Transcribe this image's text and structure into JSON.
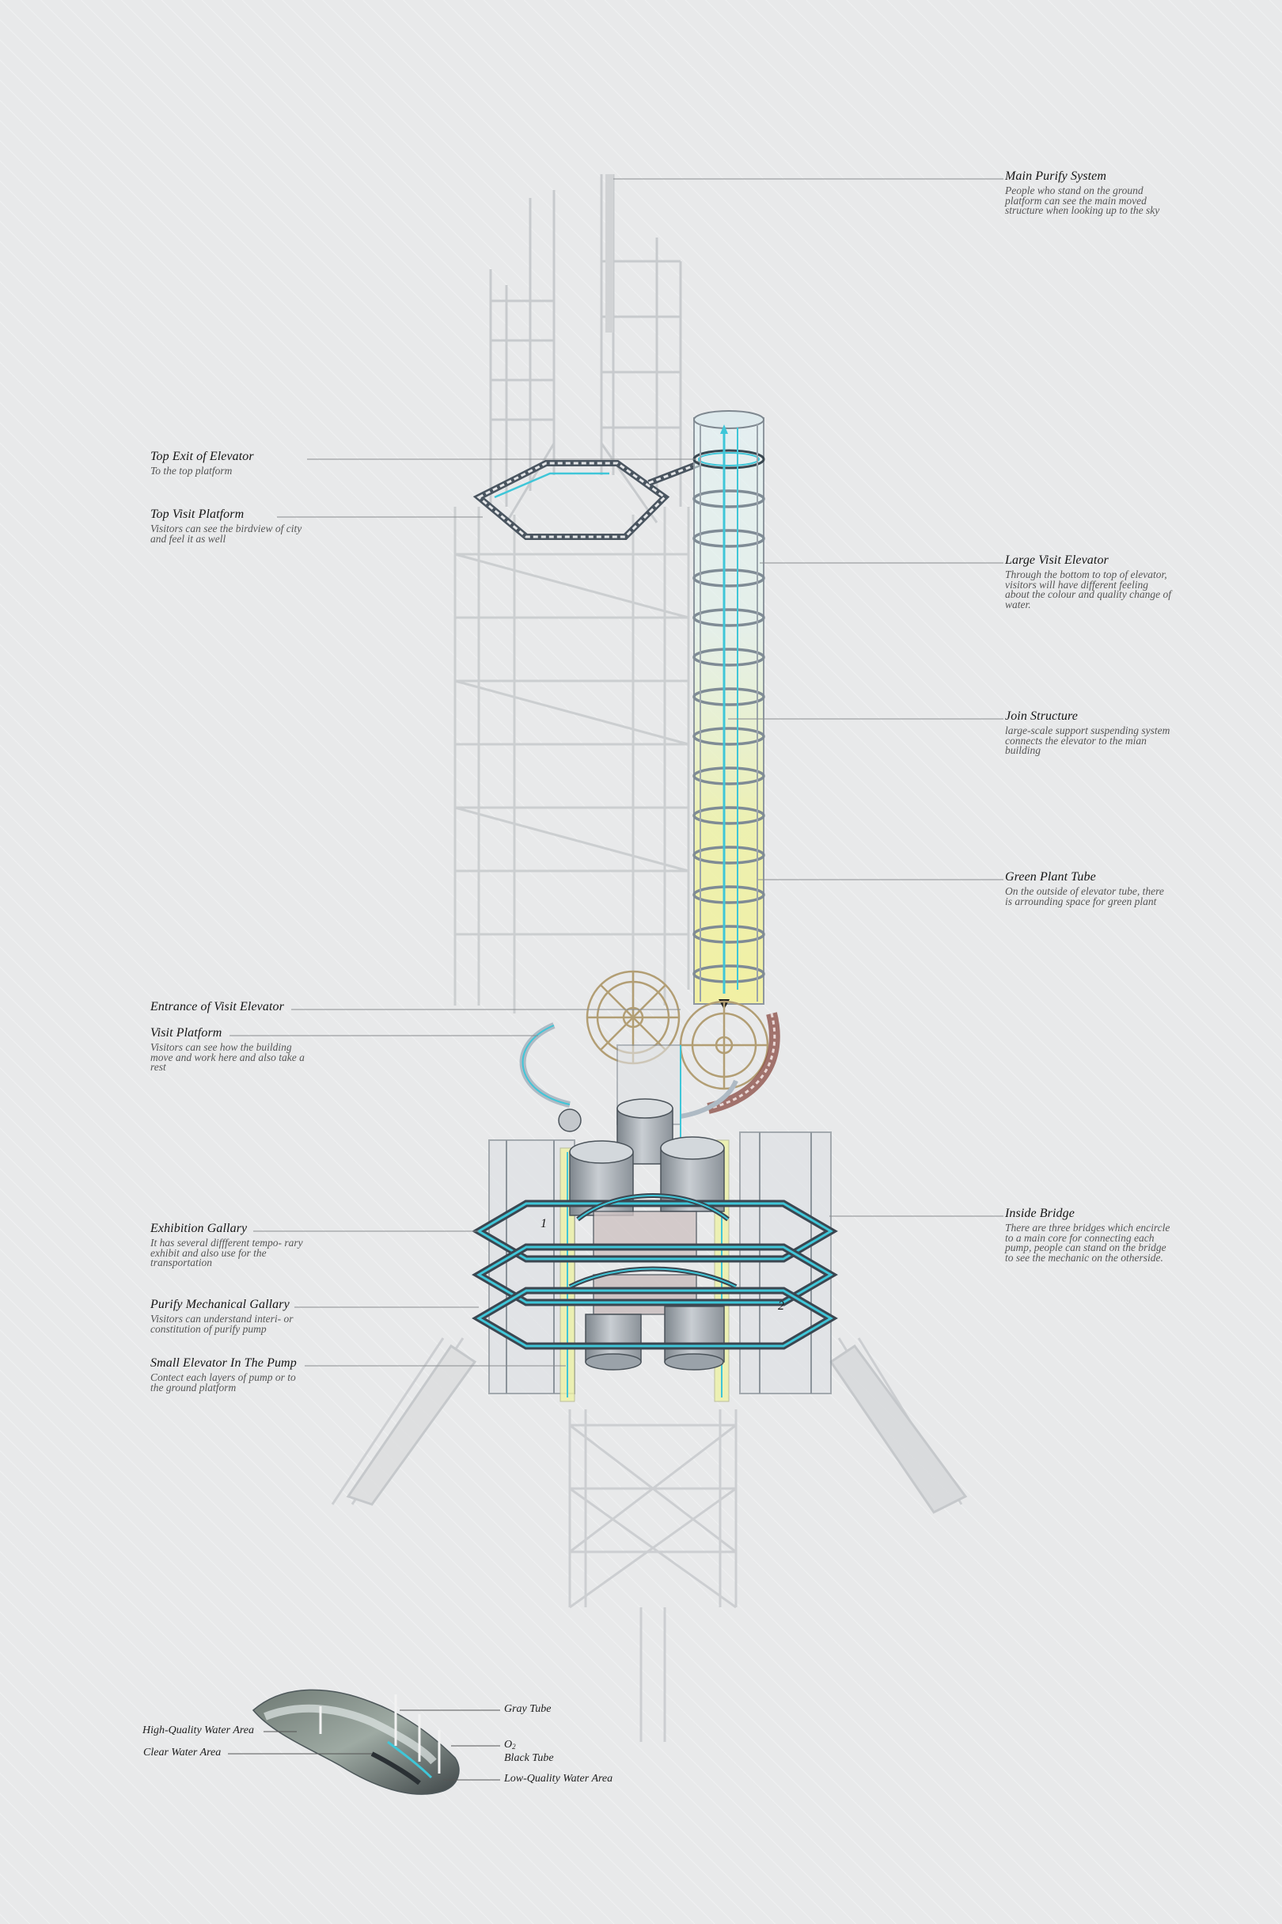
{
  "annotations": {
    "main_purify": {
      "title": "Main Purify System",
      "desc": "People who stand on the ground platform can see the main moved structure when looking up to the sky"
    },
    "top_exit": {
      "title": "Top Exit of Elevator",
      "desc": "To the top platform"
    },
    "top_visit": {
      "title": "Top Visit Platform",
      "desc": "Visitors can see the birdview of city and feel it as well"
    },
    "large_elevator": {
      "title": "Large Visit Elevator",
      "desc": "Through the bottom to top of elevator, visitors will have different feeling about the colour and quality change of water."
    },
    "join_structure": {
      "title": "Join Structure",
      "desc": "large-scale support suspending system connects the elevator to the mian building"
    },
    "green_tube": {
      "title": "Green Plant Tube",
      "desc": "On the outside of elevator tube, there is arrounding space for green plant"
    },
    "entrance_elevator": {
      "title": "Entrance of Visit Elevator",
      "desc": ""
    },
    "visit_platform": {
      "title": "Visit Platform",
      "desc": "Visitors can see how the building move and work here and also take a rest"
    },
    "inside_bridge": {
      "title": "Inside Bridge",
      "desc": "There are three bridges which encircle to a main core for connecting each pump, people can stand on the bridge to see the mechanic on the otherside."
    },
    "exhibition": {
      "title": "Exhibition Gallary",
      "desc": "It has several diffferent tempo- rary exhibit and also use for the transportation"
    },
    "purify_mech": {
      "title": "Purify Mechanical Gallary",
      "desc": "Visitors can understand interi- or constitution of purify pump"
    },
    "small_elevator": {
      "title": "Small Elevator In The Pump",
      "desc": "Contect each layers of pump or to the ground platform"
    }
  },
  "markers": {
    "one": "1",
    "two": "2"
  },
  "inset": {
    "high_quality": "High-Quality Water Area",
    "clear_water": "Clear Water Area",
    "gray_tube": "Gray Tube",
    "o2": "O",
    "o2_sub": "2",
    "black_tube": "Black Tube",
    "low_quality": "Low-Quality Water Area"
  },
  "colors": {
    "accent_cyan": "#3fc6d8",
    "tube_green": "#eef2a6",
    "structure": "#9aa0a6",
    "rust": "#9a6b60"
  }
}
